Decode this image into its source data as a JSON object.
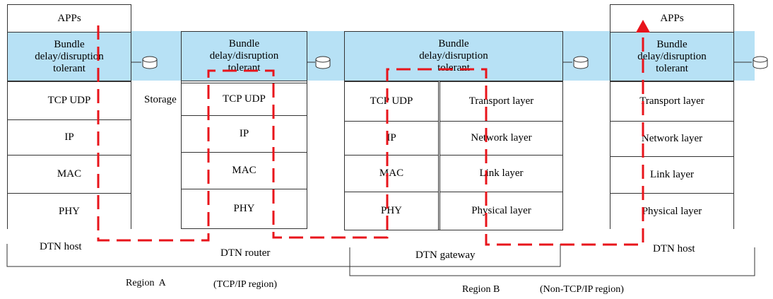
{
  "host_a": {
    "apps": "APPs",
    "bundle": [
      "Bundle",
      "delay/disruption",
      "tolerant"
    ],
    "layers": [
      "TCP UDP",
      "IP",
      "MAC",
      "PHY"
    ],
    "label": "DTN host"
  },
  "storage_label": "Storage",
  "router": {
    "bundle": [
      "Bundle",
      "delay/disruption",
      "tolerant"
    ],
    "layers": [
      "TCP UDP",
      "IP",
      "MAC",
      "PHY"
    ],
    "label": "DTN router"
  },
  "gateway": {
    "bundle": [
      "Bundle",
      "delay/disruption",
      "tolerant"
    ],
    "left_layers": [
      "TCP UDP",
      "IP",
      "MAC",
      "PHY"
    ],
    "right_layers": [
      "Transport layer",
      "Network layer",
      "Link layer",
      "Physical layer"
    ],
    "label": "DTN gateway"
  },
  "host_b": {
    "apps": "APPs",
    "bundle": [
      "Bundle",
      "delay/disruption",
      "tolerant"
    ],
    "layers": [
      "Transport layer",
      "Network layer",
      "Link layer",
      "Physical layer"
    ],
    "label": "DTN host"
  },
  "region_a": {
    "name": "Region  A",
    "desc": "(TCP/IP region)"
  },
  "region_b": {
    "name": "Region B",
    "desc": "(Non-TCP/IP region)"
  },
  "colors": {
    "band": "#b7e1f5",
    "path": "#e8141b",
    "lines": "#333333"
  }
}
